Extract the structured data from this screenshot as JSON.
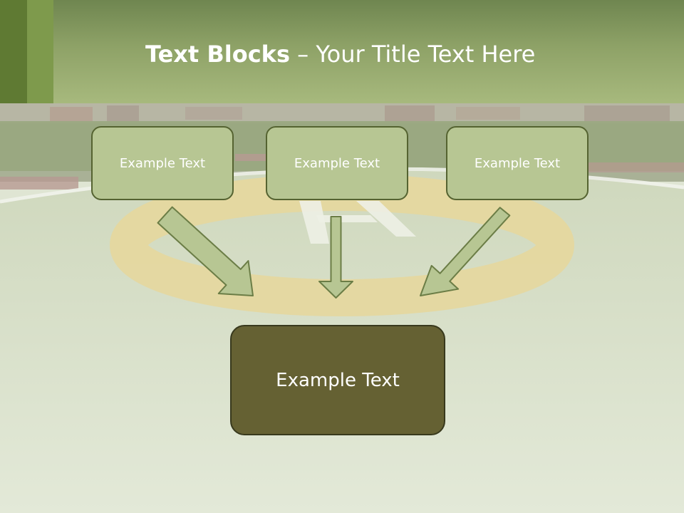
{
  "title": {
    "bold": "Text Blocks",
    "separator": " – ",
    "rest": "Your Title Text Here"
  },
  "blocks": [
    {
      "label": "Example Text"
    },
    {
      "label": "Example Text"
    },
    {
      "label": "Example Text"
    }
  ],
  "main_block": {
    "label": "Example Text"
  },
  "colors": {
    "header": "#8ea267",
    "small_box_fill": "#b7c693",
    "small_box_border": "#556331",
    "main_box_fill": "#656133",
    "arrow_fill": "#b7c693",
    "arrow_stroke": "#6b7d46"
  }
}
